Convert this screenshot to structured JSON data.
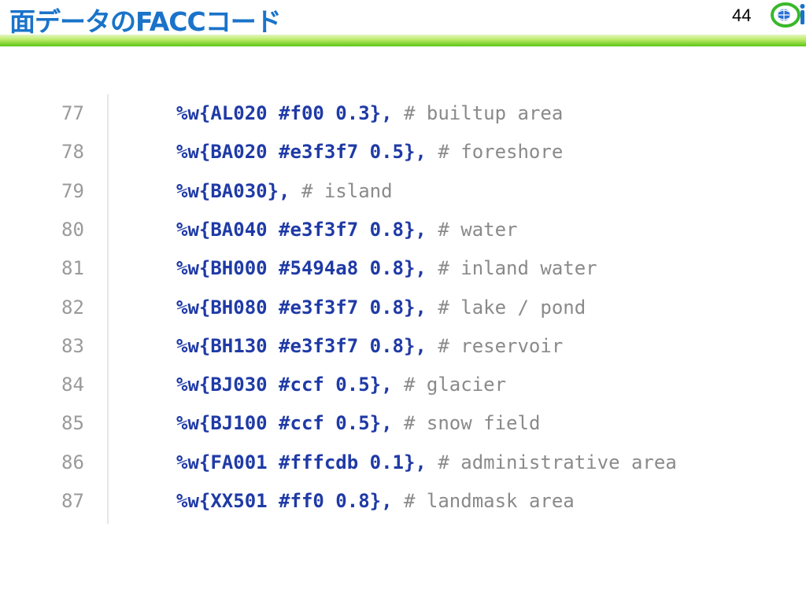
{
  "slide": {
    "title": "面データのFACCコード",
    "page_number": "44"
  },
  "colors": {
    "title": "#1a73c9",
    "rule_green": "#5cc414",
    "code_keyword": "#1f3aa6",
    "code_comment": "#8a8a8a",
    "line_number": "#9a9a9a"
  },
  "code": {
    "lines": [
      {
        "number": "77",
        "expr": "%w{AL020 #f00 0.3},",
        "comment": " # builtup area"
      },
      {
        "number": "78",
        "expr": "%w{BA020 #e3f3f7 0.5},",
        "comment": " # foreshore"
      },
      {
        "number": "79",
        "expr": "%w{BA030},",
        "comment": " # island"
      },
      {
        "number": "80",
        "expr": "%w{BA040 #e3f3f7 0.8},",
        "comment": " # water"
      },
      {
        "number": "81",
        "expr": "%w{BH000 #5494a8 0.8},",
        "comment": " # inland water"
      },
      {
        "number": "82",
        "expr": "%w{BH080 #e3f3f7 0.8},",
        "comment": " # lake / pond"
      },
      {
        "number": "83",
        "expr": "%w{BH130 #e3f3f7 0.8},",
        "comment": " # reservoir"
      },
      {
        "number": "84",
        "expr": "%w{BJ030 #ccf 0.5},",
        "comment": " # glacier"
      },
      {
        "number": "85",
        "expr": "%w{BJ100 #ccf 0.5},",
        "comment": " # snow field"
      },
      {
        "number": "86",
        "expr": "%w{FA001 #fffcdb 0.1},",
        "comment": " # administrative area"
      },
      {
        "number": "87",
        "expr": "%w{XX501 #ff0 0.8},",
        "comment": " # landmask area"
      }
    ]
  }
}
